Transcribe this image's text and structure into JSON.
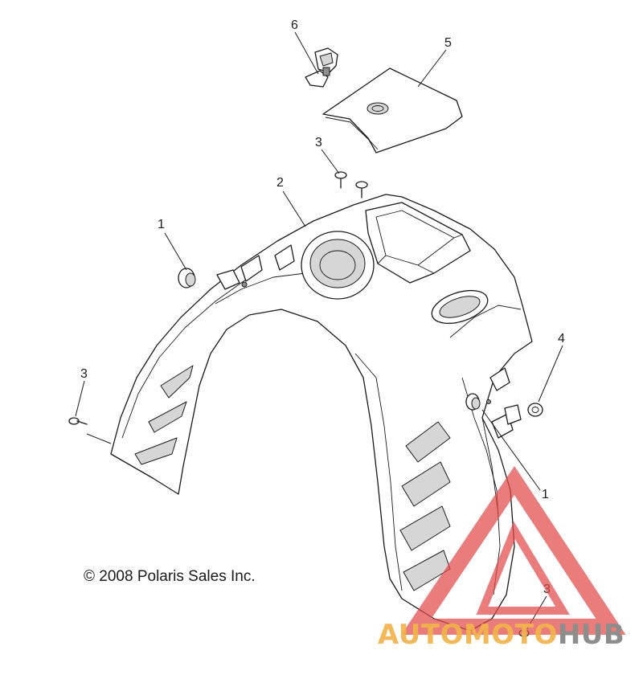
{
  "callouts": [
    {
      "id": "c1a",
      "text": "1"
    },
    {
      "id": "c1b",
      "text": "1"
    },
    {
      "id": "c2",
      "text": "2"
    },
    {
      "id": "c3a",
      "text": "3"
    },
    {
      "id": "c3b",
      "text": "3"
    },
    {
      "id": "c3c",
      "text": "3"
    },
    {
      "id": "c4",
      "text": "4"
    },
    {
      "id": "c5",
      "text": "5"
    },
    {
      "id": "c6",
      "text": "6"
    }
  ],
  "copyright": "© 2008 Polaris Sales Inc.",
  "watermark": {
    "part_a": "AUTOMOTO",
    "part_b": "HUB",
    "colors": {
      "accent": "#f2b44a",
      "triangle": "#e24a4a",
      "gray": "#8d8d8d"
    }
  }
}
